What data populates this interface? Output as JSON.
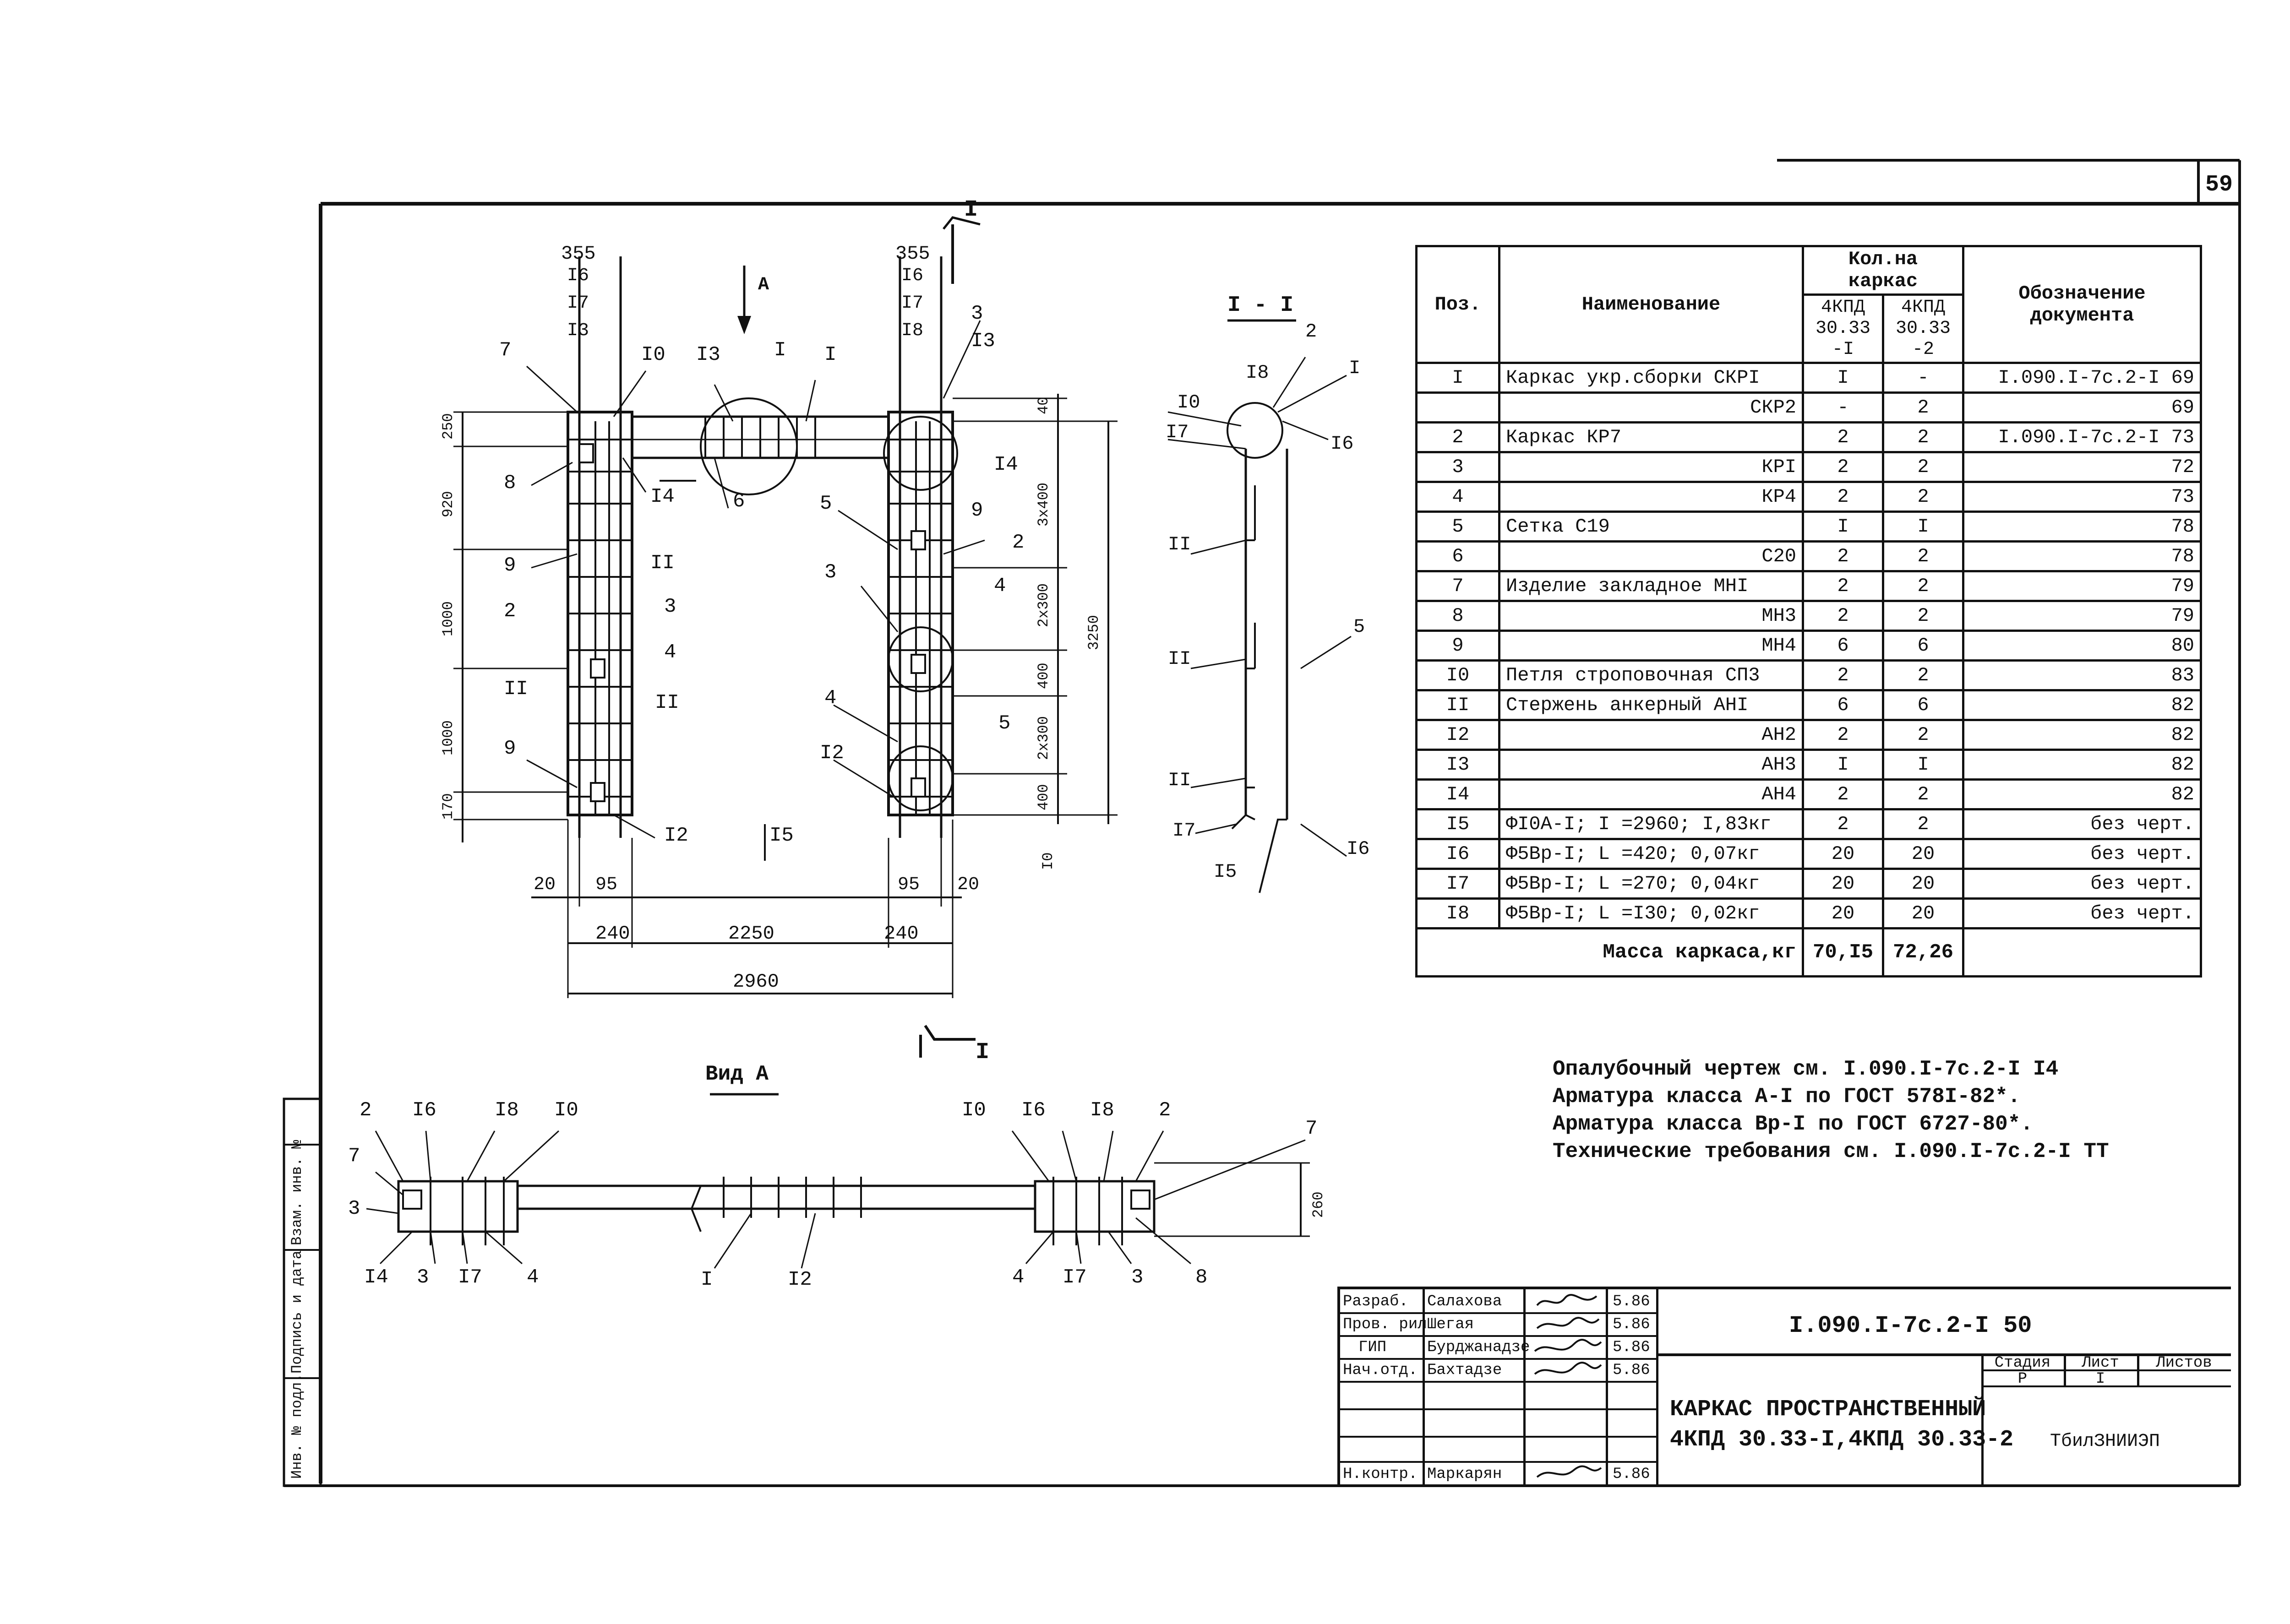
{
  "page_number": "59",
  "section_marks": {
    "cut_label": "I",
    "view_arrow_label": "А"
  },
  "views": {
    "plan": {
      "callouts": [
        "7",
        "I0",
        "I3",
        "I",
        "I",
        "3",
        "I3",
        "8",
        "I4",
        "6",
        "5",
        "9",
        "I4",
        "9",
        "II",
        "3",
        "2",
        "2",
        "3",
        "4",
        "4",
        "II",
        "II",
        "4",
        "9",
        "5",
        "I2",
        "I2",
        "I5",
        "I6",
        "I7",
        "I3",
        "I6",
        "I7",
        "I8"
      ],
      "dims": {
        "top_left": "355",
        "top_right": "355",
        "left": [
          "250",
          "920",
          "1000",
          "1000",
          "170"
        ],
        "right": [
          "40",
          "3x400",
          "2x300",
          "400",
          "2x300",
          "400",
          "I0"
        ],
        "overall_right": "3250",
        "bottom_small": [
          "20",
          "95",
          "95",
          "20"
        ],
        "bottom": [
          "240",
          "2250",
          "240"
        ],
        "overall_bottom": "2960"
      }
    },
    "section": {
      "title": "I - I",
      "callouts": [
        "I8",
        "2",
        "I",
        "I0",
        "I7",
        "I6",
        "II",
        "II",
        "5",
        "II",
        "I7",
        "I5",
        "I6"
      ]
    },
    "view_a": {
      "title": "Вид А",
      "callouts": [
        "2",
        "I6",
        "I8",
        "I0",
        "7",
        "3",
        "I4",
        "3",
        "I7",
        "4",
        "I",
        "I2",
        "I0",
        "I6",
        "I8",
        "2",
        "7",
        "4",
        "I7",
        "3",
        "8"
      ],
      "height_dim": "260"
    }
  },
  "spec_table": {
    "headers": {
      "pos": "Поз.",
      "name": "Наименование",
      "qty_group": "Кол.на каркас",
      "qty1": "4КПД 30.33 -I",
      "qty2": "4КПД 30.33 -2",
      "doc": "Обозначение документа"
    },
    "rows": [
      {
        "pos": "I",
        "name": "Каркас укр.сборки СКРI",
        "q1": "I",
        "q2": "-",
        "doc": "I.090.I-7с.2-I 69"
      },
      {
        "pos": "",
        "name": "СКР2",
        "q1": "-",
        "q2": "2",
        "doc": "69"
      },
      {
        "pos": "2",
        "name": "Каркас КР7",
        "q1": "2",
        "q2": "2",
        "doc": "I.090.I-7с.2-I 73"
      },
      {
        "pos": "3",
        "name": "КРI",
        "q1": "2",
        "q2": "2",
        "doc": "72"
      },
      {
        "pos": "4",
        "name": "КР4",
        "q1": "2",
        "q2": "2",
        "doc": "73"
      },
      {
        "pos": "5",
        "name": "Сетка С19",
        "q1": "I",
        "q2": "I",
        "doc": "78"
      },
      {
        "pos": "6",
        "name": "С20",
        "q1": "2",
        "q2": "2",
        "doc": "78"
      },
      {
        "pos": "7",
        "name": "Изделие закладное МНI",
        "q1": "2",
        "q2": "2",
        "doc": "79"
      },
      {
        "pos": "8",
        "name": "МН3",
        "q1": "2",
        "q2": "2",
        "doc": "79"
      },
      {
        "pos": "9",
        "name": "МН4",
        "q1": "6",
        "q2": "6",
        "doc": "80"
      },
      {
        "pos": "I0",
        "name": "Петля строповочная СП3",
        "q1": "2",
        "q2": "2",
        "doc": "83"
      },
      {
        "pos": "II",
        "name": "Стержень анкерный АНI",
        "q1": "6",
        "q2": "6",
        "doc": "82"
      },
      {
        "pos": "I2",
        "name": "АН2",
        "q1": "2",
        "q2": "2",
        "doc": "82"
      },
      {
        "pos": "I3",
        "name": "АН3",
        "q1": "I",
        "q2": "I",
        "doc": "82"
      },
      {
        "pos": "I4",
        "name": "АН4",
        "q1": "2",
        "q2": "2",
        "doc": "82"
      },
      {
        "pos": "I5",
        "name": "ФI0А-I; I =2960; I,83кг",
        "q1": "2",
        "q2": "2",
        "doc": "без черт."
      },
      {
        "pos": "I6",
        "name": "Ф5Вр-I; L =420; 0,07кг",
        "q1": "20",
        "q2": "20",
        "doc": "без черт."
      },
      {
        "pos": "I7",
        "name": "Ф5Вр-I; L =270; 0,04кг",
        "q1": "20",
        "q2": "20",
        "doc": "без черт."
      },
      {
        "pos": "I8",
        "name": "Ф5Вр-I; L =I30; 0,02кг",
        "q1": "20",
        "q2": "20",
        "doc": "без черт."
      }
    ],
    "total": {
      "label": "Масса каркаса,кг",
      "q1": "70,I5",
      "q2": "72,26"
    }
  },
  "notes": [
    "Опалубочный чертеж см. I.090.I-7с.2-I I4",
    "Арматура класса А-I по ГОСТ 578I-82*.",
    "Арматура класса Вр-I по ГОСТ 6727-80*.",
    "Технические требования см. I.090.I-7с.2-I ТТ"
  ],
  "title_block": {
    "roles": [
      "Разраб.",
      "Пров. рил",
      "ГИП",
      "Нач.отд.",
      "",
      "",
      "Н.контр."
    ],
    "names": [
      "Салахова",
      "Шегая",
      "Бурджанадзе",
      "Бахтадзе",
      "",
      "",
      "Маркарян"
    ],
    "dates": [
      "5.86",
      "5.86",
      "5.86",
      "5.86",
      "",
      "",
      "5.86"
    ],
    "doc_code": "I.090.I-7с.2-I 50",
    "title": [
      "КАРКАС ПРОСТРАНСТВЕННЫЙ",
      "4КПД 30.33-I,4КПД 30.33-2"
    ],
    "stage_label": "Стадия",
    "sheet_label": "Лист",
    "sheets_label": "Листов",
    "stage": "Р",
    "sheet": "I",
    "org": "ТбилЗНИИЭП"
  },
  "side_stamp": [
    "Инв. № подл.",
    "Подпись и дата",
    "Взам. инв. №"
  ]
}
